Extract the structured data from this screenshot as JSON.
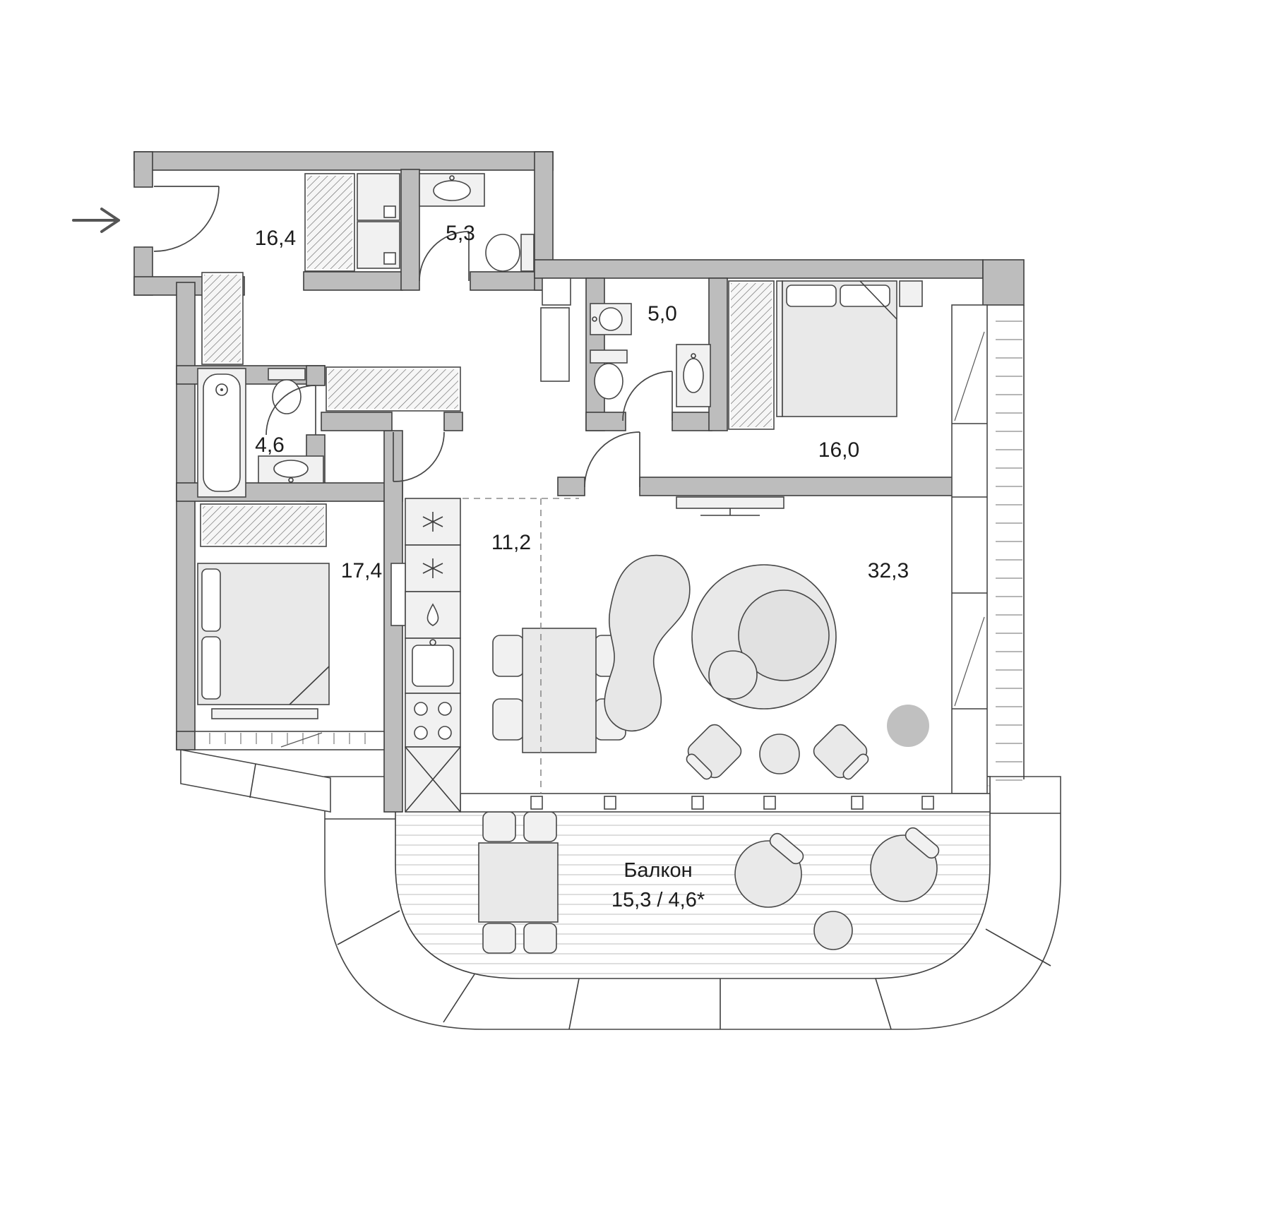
{
  "plan_title": "apartment-floor-plan",
  "rooms": [
    {
      "name": "hallway",
      "area": "16,4"
    },
    {
      "name": "bathroom-top",
      "area": "5,3"
    },
    {
      "name": "bathroom-right",
      "area": "5,0"
    },
    {
      "name": "bathroom-left",
      "area": "4,6"
    },
    {
      "name": "bedroom-right",
      "area": "16,0"
    },
    {
      "name": "kitchen-dining",
      "area": "11,2"
    },
    {
      "name": "bedroom-left",
      "area": "17,4"
    },
    {
      "name": "living-room",
      "area": "32,3"
    }
  ],
  "balcony": {
    "name": "Балкон",
    "area": "15,3 / 4,6*"
  },
  "colors": {
    "wall": "#bdbdbd",
    "outline": "#3e3e3e",
    "furniture": "#e9e9e9",
    "deck_stripe": "#cdcdcd",
    "text": "#1c1c1c",
    "accent_circle": "#c0c0c0"
  }
}
